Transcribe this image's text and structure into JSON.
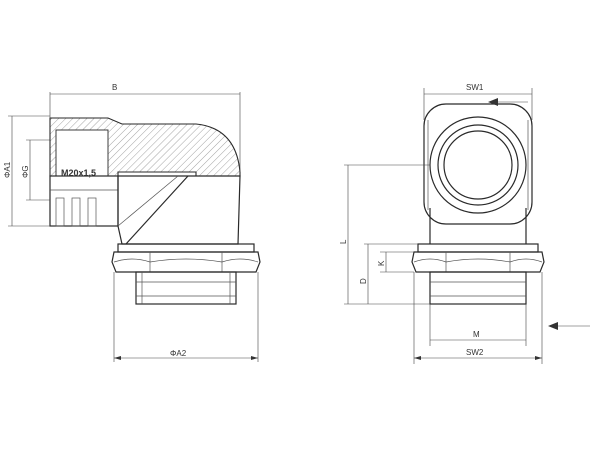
{
  "left_view": {
    "dim_B": "B",
    "dim_A1": "ΦA1",
    "dim_G": "ΦG",
    "dim_A2": "ΦA2",
    "thread_marking": "M20x1,5"
  },
  "right_view": {
    "dim_SW1": "SW1",
    "dim_L": "L",
    "dim_D": "D",
    "dim_K": "K",
    "dim_M": "M",
    "dim_SW2": "SW2"
  }
}
